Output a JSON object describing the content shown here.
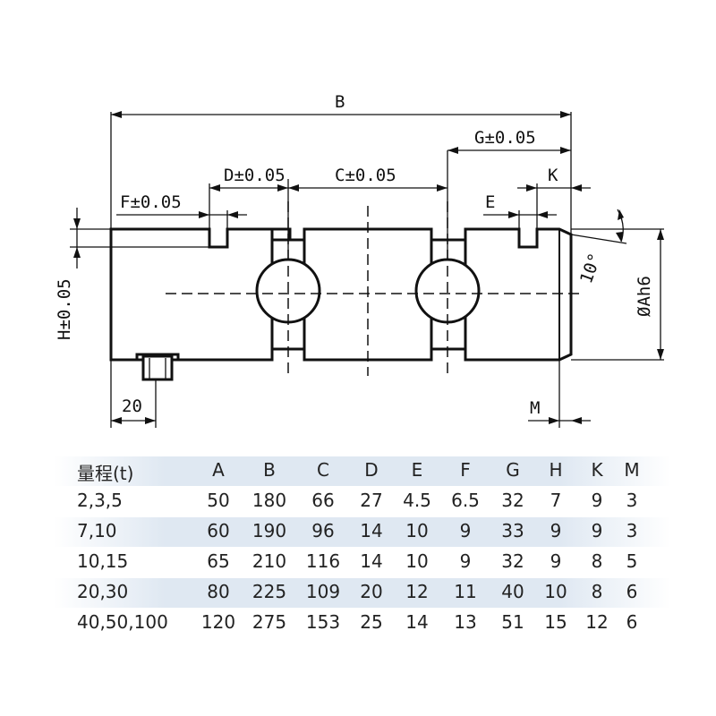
{
  "drawing": {
    "labels": {
      "B": "B",
      "G": "G±0.05",
      "D": "D±0.05",
      "C": "C±0.05",
      "K": "K",
      "F": "F±0.05",
      "E": "E",
      "H": "H±0.05",
      "A": "ØAh6",
      "angle": "10°",
      "dim20": "20",
      "M": "M"
    }
  },
  "table": {
    "headers": [
      "量程(t)",
      "A",
      "B",
      "C",
      "D",
      "E",
      "F",
      "G",
      "H",
      "K",
      "M"
    ],
    "rows": [
      [
        "2,3,5",
        "50",
        "180",
        "66",
        "27",
        "4.5",
        "6.5",
        "32",
        "7",
        "9",
        "3"
      ],
      [
        "7,10",
        "60",
        "190",
        "96",
        "14",
        "10",
        "9",
        "33",
        "9",
        "9",
        "3"
      ],
      [
        "10,15",
        "65",
        "210",
        "116",
        "14",
        "10",
        "9",
        "32",
        "9",
        "8",
        "5"
      ],
      [
        "20,30",
        "80",
        "225",
        "109",
        "20",
        "12",
        "11",
        "40",
        "10",
        "8",
        "6"
      ],
      [
        "40,50,100",
        "120",
        "275",
        "153",
        "25",
        "14",
        "13",
        "51",
        "15",
        "12",
        "6"
      ]
    ]
  }
}
